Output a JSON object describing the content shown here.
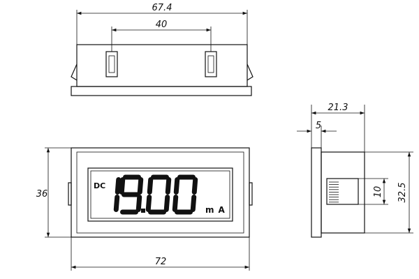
{
  "dimensions": {
    "top_width": "67.4",
    "top_clip_spacing": "40",
    "front_height": "36",
    "front_width": "72",
    "side_depth": "21.3",
    "side_bezel": "5",
    "side_connector": "10",
    "side_height": "32.5"
  },
  "display": {
    "mode": "DC",
    "reading": "19.00",
    "unit": "mA"
  }
}
